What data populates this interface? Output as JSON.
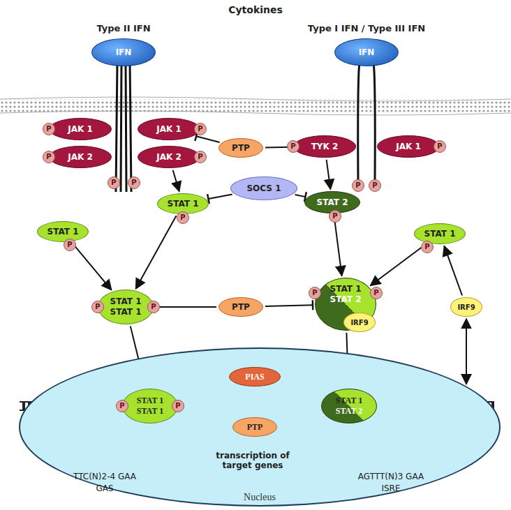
{
  "diagram": {
    "nodes": [
      {
        "text": [
          "IFN"
        ]
      },
      {
        "text": [
          "IFN"
        ]
      },
      {
        "text": [
          "JAK 1"
        ]
      },
      {
        "text": [
          "JAK 1"
        ]
      },
      {
        "text": [
          "JAK 2"
        ]
      },
      {
        "text": [
          "JAK 2"
        ]
      },
      {
        "text": [
          "PTP"
        ]
      },
      {
        "text": [
          "TYK 2"
        ]
      },
      {
        "text": [
          "JAK 1"
        ]
      },
      {
        "text": [
          "SOCS 1"
        ]
      },
      {
        "text": [
          "STAT 1"
        ]
      },
      {
        "text": [
          "STAT 2"
        ]
      },
      {
        "text": [
          "STAT 1"
        ]
      },
      {
        "text": [
          "STAT 1"
        ]
      },
      {
        "text": [
          "STAT 1",
          "STAT 1"
        ]
      },
      {
        "text": [
          "PTP"
        ]
      },
      {
        "text": [
          "STAT 1",
          "STAT 2"
        ]
      },
      {
        "text": [
          "IRF9"
        ],
        "in": 16
      },
      {
        "text": [
          "IRF9"
        ]
      },
      {
        "text": [
          "Nucleus"
        ]
      },
      {
        "text": [
          "PIAS"
        ],
        "in": 19
      },
      {
        "text": [
          "STAT 1",
          "STAT 1"
        ],
        "in": 19
      },
      {
        "text": [
          "PTP"
        ],
        "in": 19
      },
      {
        "text": [
          "STAT 1",
          "STAT 2"
        ],
        "in": 19
      }
    ],
    "edges": [
      {
        "from": 6,
        "to": 3,
        "arrow": "to"
      },
      {
        "from": 6,
        "to": 7,
        "arrow": "to"
      },
      {
        "from": 9,
        "to": 10,
        "arrow": "to"
      },
      {
        "from": 9,
        "to": 11,
        "arrow": "to"
      },
      {
        "from": 5,
        "to": 10,
        "arrow": "to"
      },
      {
        "from": 7,
        "to": 11,
        "arrow": "to"
      },
      {
        "from": 12,
        "to": 14,
        "arrow": "to"
      },
      {
        "from": 10,
        "to": 14,
        "arrow": "to"
      },
      {
        "from": 11,
        "to": 16,
        "arrow": "to"
      },
      {
        "from": 13,
        "to": 16,
        "arrow": "to"
      },
      {
        "from": 15,
        "to": 14,
        "arrow": "to"
      },
      {
        "from": 15,
        "to": 16,
        "arrow": "to"
      },
      {
        "from": 14,
        "to": 21,
        "arrow": "to"
      },
      {
        "from": 16,
        "to": 23,
        "arrow": "to"
      },
      {
        "from": 20,
        "to": 21,
        "arrow": "to"
      },
      {
        "from": 20,
        "to": 23,
        "arrow": "to"
      },
      {
        "from": 22,
        "to": 21,
        "arrow": "to"
      },
      {
        "from": 22,
        "to": 23,
        "arrow": "to"
      },
      {
        "from": 18,
        "to": 13,
        "arrow": "to"
      },
      {
        "from": 18,
        "to": 19,
        "arrow": "both"
      }
    ],
    "labels": [
      "Cytokines",
      "Type II IFN",
      "Type I IFN / Type III IFN",
      "transcription of target genes",
      "TTC(N)2-4 GAA",
      "GAS",
      "AGTTT(N)3 GAA",
      "ISRE",
      "P",
      "P",
      "P",
      "P",
      "P",
      "P",
      "P",
      "P",
      "P",
      "P",
      "P",
      "P",
      "P",
      "P",
      "P",
      "P",
      "P",
      "P",
      "P",
      "P"
    ]
  }
}
